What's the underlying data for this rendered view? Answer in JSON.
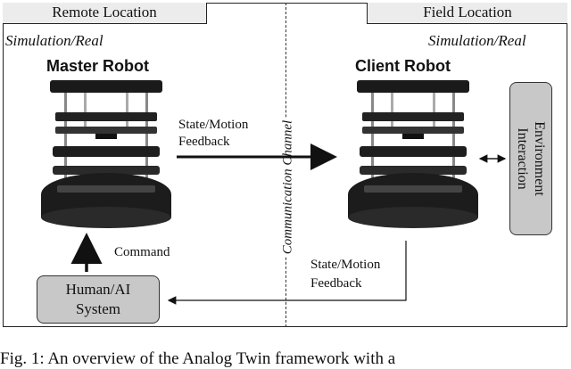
{
  "tabs": {
    "remote": "Remote Location",
    "field": "Field Location"
  },
  "left": {
    "mode": "Simulation/Real",
    "robot_title": "Master Robot",
    "command": "Command"
  },
  "right": {
    "mode": "Simulation/Real",
    "robot_title": "Client Robot"
  },
  "feedback_top": [
    "State/Motion",
    "Feedback"
  ],
  "feedback_bottom": [
    "State/Motion",
    "Feedback"
  ],
  "channel": "Communication Channel",
  "human_box": [
    "Human/AI",
    "System"
  ],
  "env_box": [
    "Environment",
    "Interaction"
  ],
  "caption": "Fig. 1: An overview of the Analog Twin framework with a"
}
